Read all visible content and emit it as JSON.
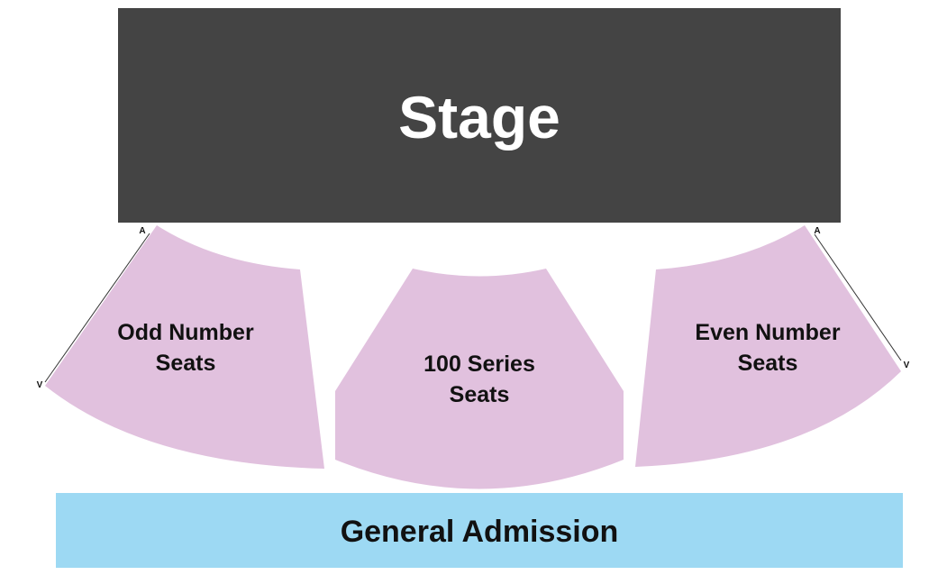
{
  "stage": {
    "label": "Stage",
    "color": "#444444"
  },
  "sections": [
    {
      "line1": "Odd Number",
      "line2": "Seats",
      "row_start": "A",
      "row_end": "V",
      "color": "#e1c1de"
    },
    {
      "line1": "100 Series",
      "line2": "Seats",
      "color": "#e1c1de"
    },
    {
      "line1": "Even Number",
      "line2": "Seats",
      "row_start": "A",
      "row_end": "V",
      "color": "#e1c1de"
    }
  ],
  "general_admission": {
    "label": "General Admission",
    "color": "#9dd9f3"
  }
}
